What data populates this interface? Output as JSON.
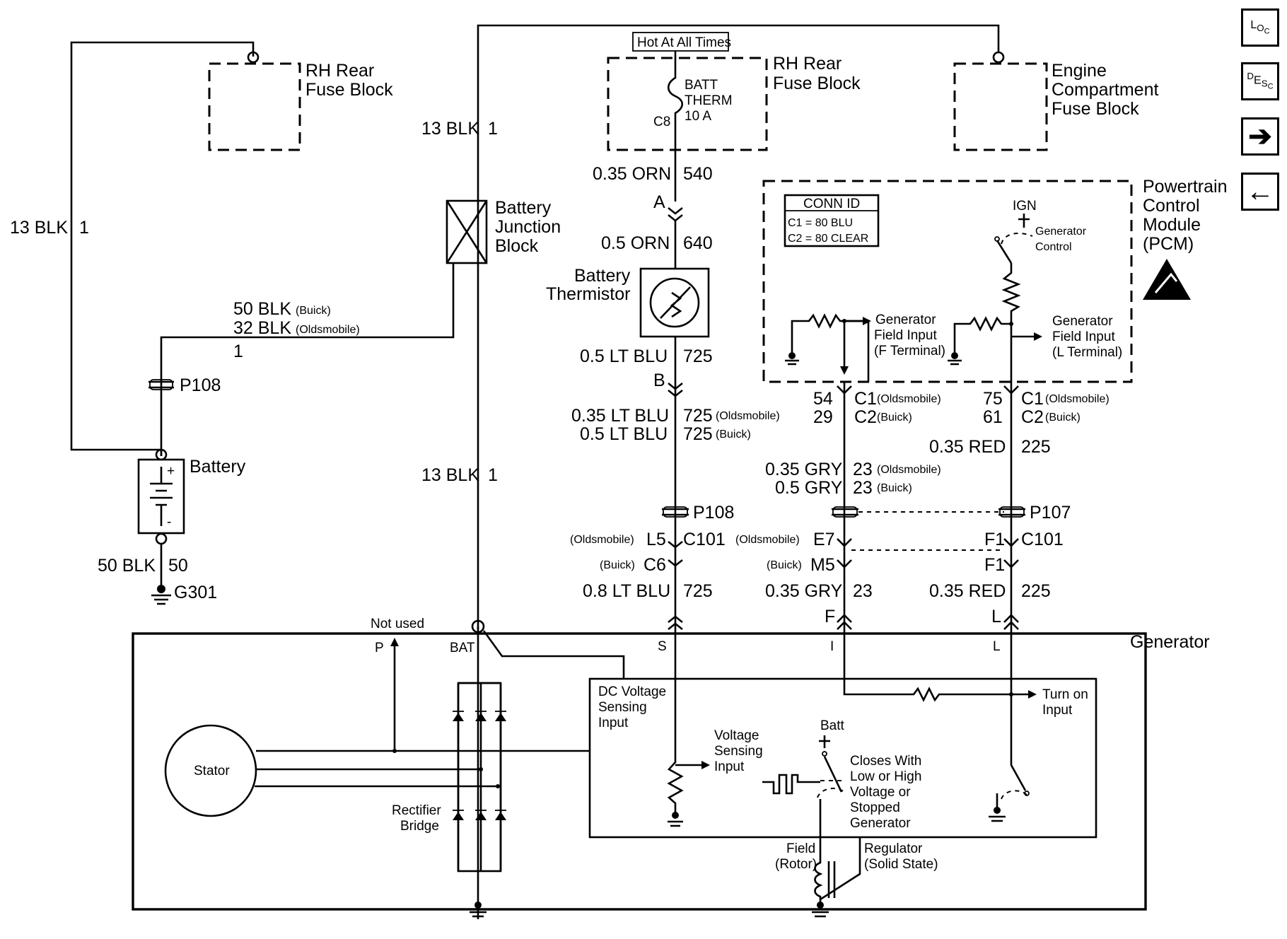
{
  "nav": {
    "loc": [
      "L",
      "O",
      "C"
    ],
    "desc": [
      "D",
      "E",
      "S",
      "C"
    ],
    "next_glyph": "➔",
    "prev_glyph": "🡄"
  },
  "blocks": {
    "rh_rear_fuse_left": [
      "RH Rear",
      "Fuse Block"
    ],
    "hot_at_all_times": "Hot At All Times",
    "rh_rear_fuse_mid": [
      "RH Rear",
      "Fuse Block"
    ],
    "fuse": [
      "BATT",
      "THERM",
      "10 A"
    ],
    "fuse_cavity": "C8",
    "engine_fuse": [
      "Engine",
      "Compartment",
      "Fuse Block"
    ],
    "battery_junction": [
      "Battery",
      "Junction",
      "Block"
    ],
    "battery_thermistor": [
      "Battery",
      "Thermistor"
    ],
    "battery": "Battery",
    "pcm": [
      "Powertrain",
      "Control",
      "Module",
      "(PCM)"
    ],
    "generator": "Generator"
  },
  "conn_id": {
    "title": "CONN ID",
    "c1": "C1 = 80 BLU",
    "c2": "C2 = 80 CLEAR"
  },
  "wires": {
    "left_13blk": [
      "13 BLK",
      "1"
    ],
    "mid_13blk_top": [
      "13 BLK",
      "1"
    ],
    "mid_13blk_bottom": [
      "13 BLK",
      "1"
    ],
    "ground_50blk": [
      "50 BLK",
      "50"
    ],
    "ground_name": "G301",
    "battery_cable": [
      "50 BLK",
      "(Buick)",
      "32 BLK",
      "(Oldsmobile)",
      "1"
    ],
    "p108_left": "P108",
    "orn_540": [
      "0.35 ORN",
      "540"
    ],
    "orn_640": [
      "0.5 ORN",
      "640"
    ],
    "conn_a": "A",
    "conn_b": "B",
    "ltblu_725": [
      "0.5 LT BLU",
      "725"
    ],
    "ltblu_725_old": [
      "0.35 LT BLU",
      "725",
      "(Oldsmobile)"
    ],
    "ltblu_725_buick": [
      "0.5 LT BLU",
      "725",
      "(Buick)"
    ],
    "p108_mid": "P108",
    "l5": [
      "(Oldsmobile)",
      "L5",
      "C101"
    ],
    "c6": [
      "(Buick)",
      "C6"
    ],
    "ltblu_08": [
      "0.8 LT BLU",
      "725"
    ],
    "pin54": [
      "54",
      "C1",
      "(Oldsmobile)"
    ],
    "pin29": [
      "29",
      "C2",
      "(Buick)"
    ],
    "gry_old": [
      "0.35 GRY",
      "23",
      "(Oldsmobile)"
    ],
    "gry_buick": [
      "0.5 GRY",
      "23",
      "(Buick)"
    ],
    "e7": [
      "(Oldsmobile)",
      "E7"
    ],
    "m5": [
      "(Buick)",
      "M5"
    ],
    "gry_035": [
      "0.35 GRY",
      "23"
    ],
    "term_f": "F",
    "pin75": [
      "75",
      "C1",
      "(Oldsmobile)"
    ],
    "pin61": [
      "61",
      "C2",
      "(Buick)"
    ],
    "red_225_top": [
      "0.35 RED",
      "225"
    ],
    "p107": "P107",
    "f1_c101": [
      "F1",
      "C101"
    ],
    "f1_b": "F1",
    "red_225_bottom": [
      "0.35 RED",
      "225"
    ],
    "term_l": "L"
  },
  "pcm_internals": {
    "ign": "IGN",
    "gen_control": [
      "Generator",
      "Control"
    ],
    "field_f": [
      "Generator",
      "Field Input",
      "(F Terminal)"
    ],
    "field_l": [
      "Generator",
      "Field Input",
      "(L Terminal)"
    ]
  },
  "generator_internals": {
    "not_used": "Not used",
    "p": "P",
    "bat": "BAT",
    "s": "S",
    "i": "I",
    "l": "L",
    "stator": "Stator",
    "rectifier": [
      "Rectifier",
      "Bridge"
    ],
    "dc_sense": [
      "DC Voltage",
      "Sensing",
      "Input"
    ],
    "v_sense": [
      "Voltage",
      "Sensing",
      "Input"
    ],
    "batt": "Batt",
    "closes": [
      "Closes With",
      "Low or High",
      "Voltage or",
      "Stopped",
      "Generator"
    ],
    "turn_on": [
      "Turn on",
      "Input"
    ],
    "field": [
      "Field",
      "(Rotor)"
    ],
    "regulator": [
      "Regulator",
      "(Solid State)"
    ]
  }
}
